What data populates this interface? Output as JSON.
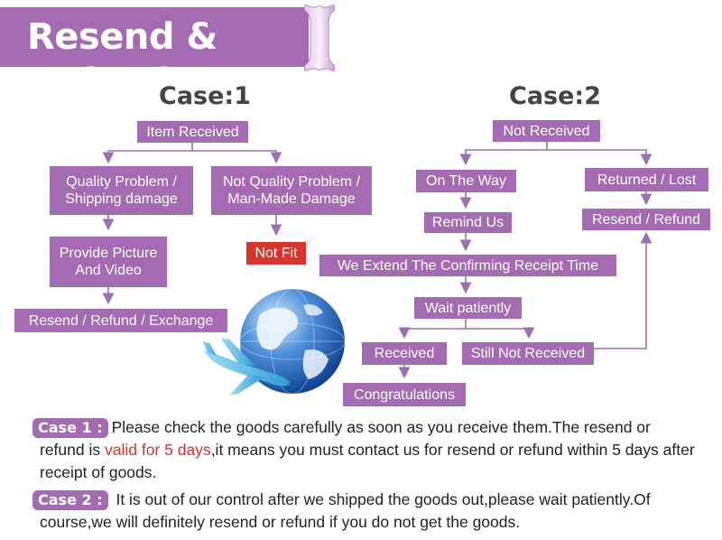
{
  "title": "Resend & Refund",
  "case1": {
    "title": "Case:1",
    "item_received": "Item Received",
    "quality_problem_1": "Quality Problem /",
    "quality_problem_2": "Shipping damage",
    "not_quality_1": "Not Quality Problem /",
    "not_quality_2": "Man-Made Damage",
    "provide_1": "Provide Picture",
    "provide_2": "And Video",
    "not_fit": "Not Fit",
    "resend_exchange": "Resend / Refund / Exchange"
  },
  "case2": {
    "title": "Case:2",
    "not_received": "Not Received",
    "on_the_way": "On The Way",
    "returned_lost": "Returned / Lost",
    "remind_us": "Remind Us",
    "resend_refund": "Resend / Refund",
    "extend": "We Extend The Confirming Receipt Time",
    "wait": "Wait patiently",
    "received": "Received",
    "still_not": "Still Not Received",
    "congrats": "Congratulations"
  },
  "notes": {
    "case1_badge": "Case 1 :",
    "case1_text_a": "Please check the goods carefully as soon as you receive them.The resend or refund is ",
    "case1_highlight": "valid for 5 days",
    "case1_text_b": ",it means you must contact us for resend or refund within 5 days after receipt of goods.",
    "case2_badge": "Case 2 :",
    "case2_text": " It is out of our control after we shipped the goods out,please wait patiently.Of course,we will definitely resend or refund if you do not get the goods."
  },
  "colors": {
    "accent": "#a46bb3",
    "highlight": "#d9342b",
    "line": "#9b6fb2"
  },
  "icons": [
    "globe-icon",
    "airplane-icon"
  ]
}
